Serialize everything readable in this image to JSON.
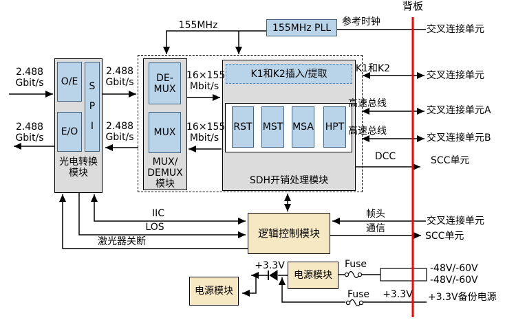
{
  "backplane": {
    "title": "背板"
  },
  "clock": {
    "line_label": "155MHz",
    "pll": "155MHz PLL"
  },
  "rates": {
    "gbit": [
      "2.488",
      "Gbit/s"
    ],
    "mbit": [
      "16×155",
      "Mbit/s"
    ]
  },
  "optical_module": {
    "title_lines": [
      "光电转换",
      "模块"
    ],
    "oe": "O/E",
    "eo": "E/O",
    "spi": [
      "S",
      "P",
      "I"
    ]
  },
  "mux_demux_module": {
    "title_lines": [
      "MUX/",
      "DEMUX",
      "模块"
    ],
    "demux_lines": [
      "DE-",
      "MUX"
    ],
    "mux": "MUX"
  },
  "sdh_module": {
    "title": "SDH开销处理模块",
    "k1k2_box": "K1和K2插入/提取",
    "chain": [
      "RST",
      "MST",
      "MSA",
      "HPT"
    ]
  },
  "logic_module": {
    "title": "逻辑控制模块"
  },
  "power": {
    "main_title": "电源模块",
    "aux_title": "电源模块",
    "fuse": "Fuse",
    "v33": "+3.3V",
    "v48": "-48V/-60V",
    "backup": "+3.3V备份电源"
  },
  "control_signals": {
    "iic": "IIC",
    "los": "LOS",
    "laser_off": "激光器关断"
  },
  "right_ports": [
    {
      "bus": "参考时钟",
      "unit": "交叉连接单元"
    },
    {
      "bus": "K1和K2",
      "unit": "交叉连接单元"
    },
    {
      "bus": "高速总线",
      "unit": "交叉连接单元A"
    },
    {
      "bus": "高速总线",
      "unit": "交叉连接单元B"
    },
    {
      "bus": "DCC",
      "unit": "SCC单元"
    },
    {
      "bus": "帧头",
      "unit": "交叉连接单元"
    },
    {
      "bus": "通信",
      "unit": "SCC单元"
    }
  ],
  "colors": {
    "block_blue": "#B9D3E8",
    "module_grey": "#DCDCDC",
    "power_tan": "#F6E8C3",
    "backplane_red": "#FF0000"
  }
}
